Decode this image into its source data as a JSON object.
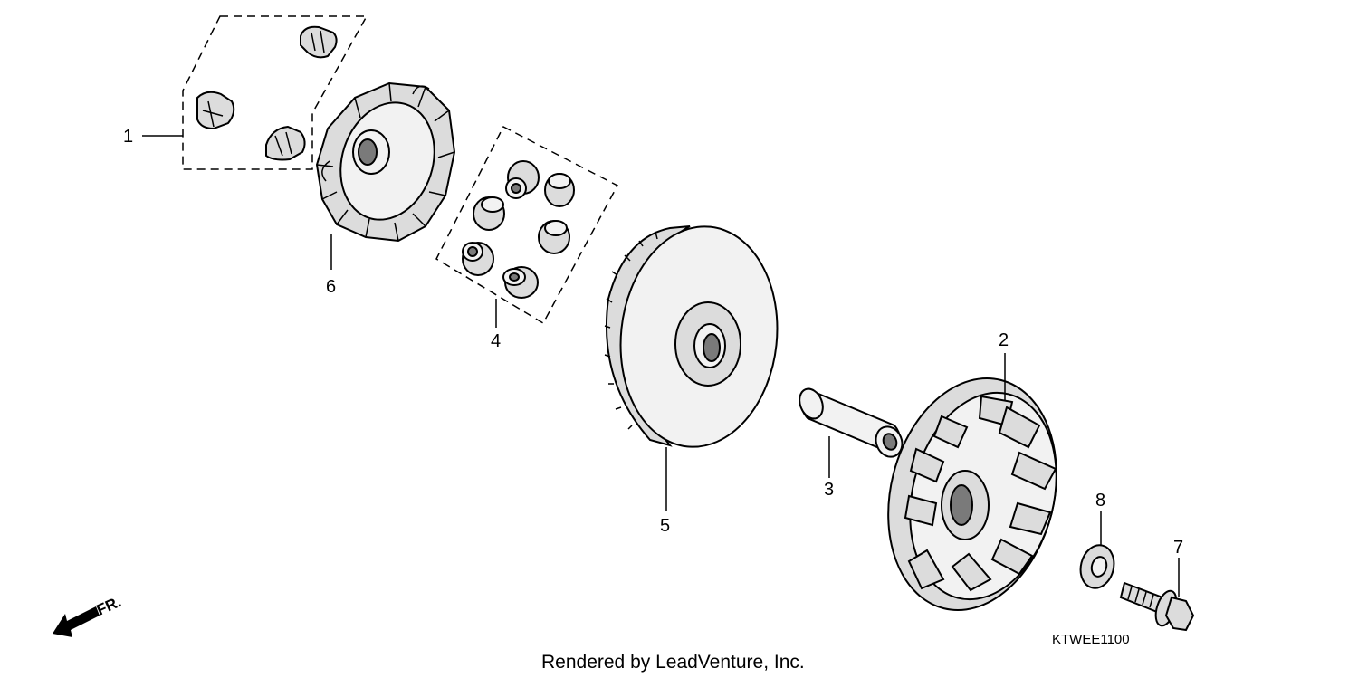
{
  "callouts": [
    {
      "id": "1",
      "text": "1"
    },
    {
      "id": "2",
      "text": "2"
    },
    {
      "id": "3",
      "text": "3"
    },
    {
      "id": "4",
      "text": "4"
    },
    {
      "id": "5",
      "text": "5"
    },
    {
      "id": "6",
      "text": "6"
    },
    {
      "id": "7",
      "text": "7"
    },
    {
      "id": "8",
      "text": "8"
    }
  ],
  "diagram_code": "KTWEE1100",
  "direction_label": "FR.",
  "footer": "Rendered by LeadVenture, Inc."
}
